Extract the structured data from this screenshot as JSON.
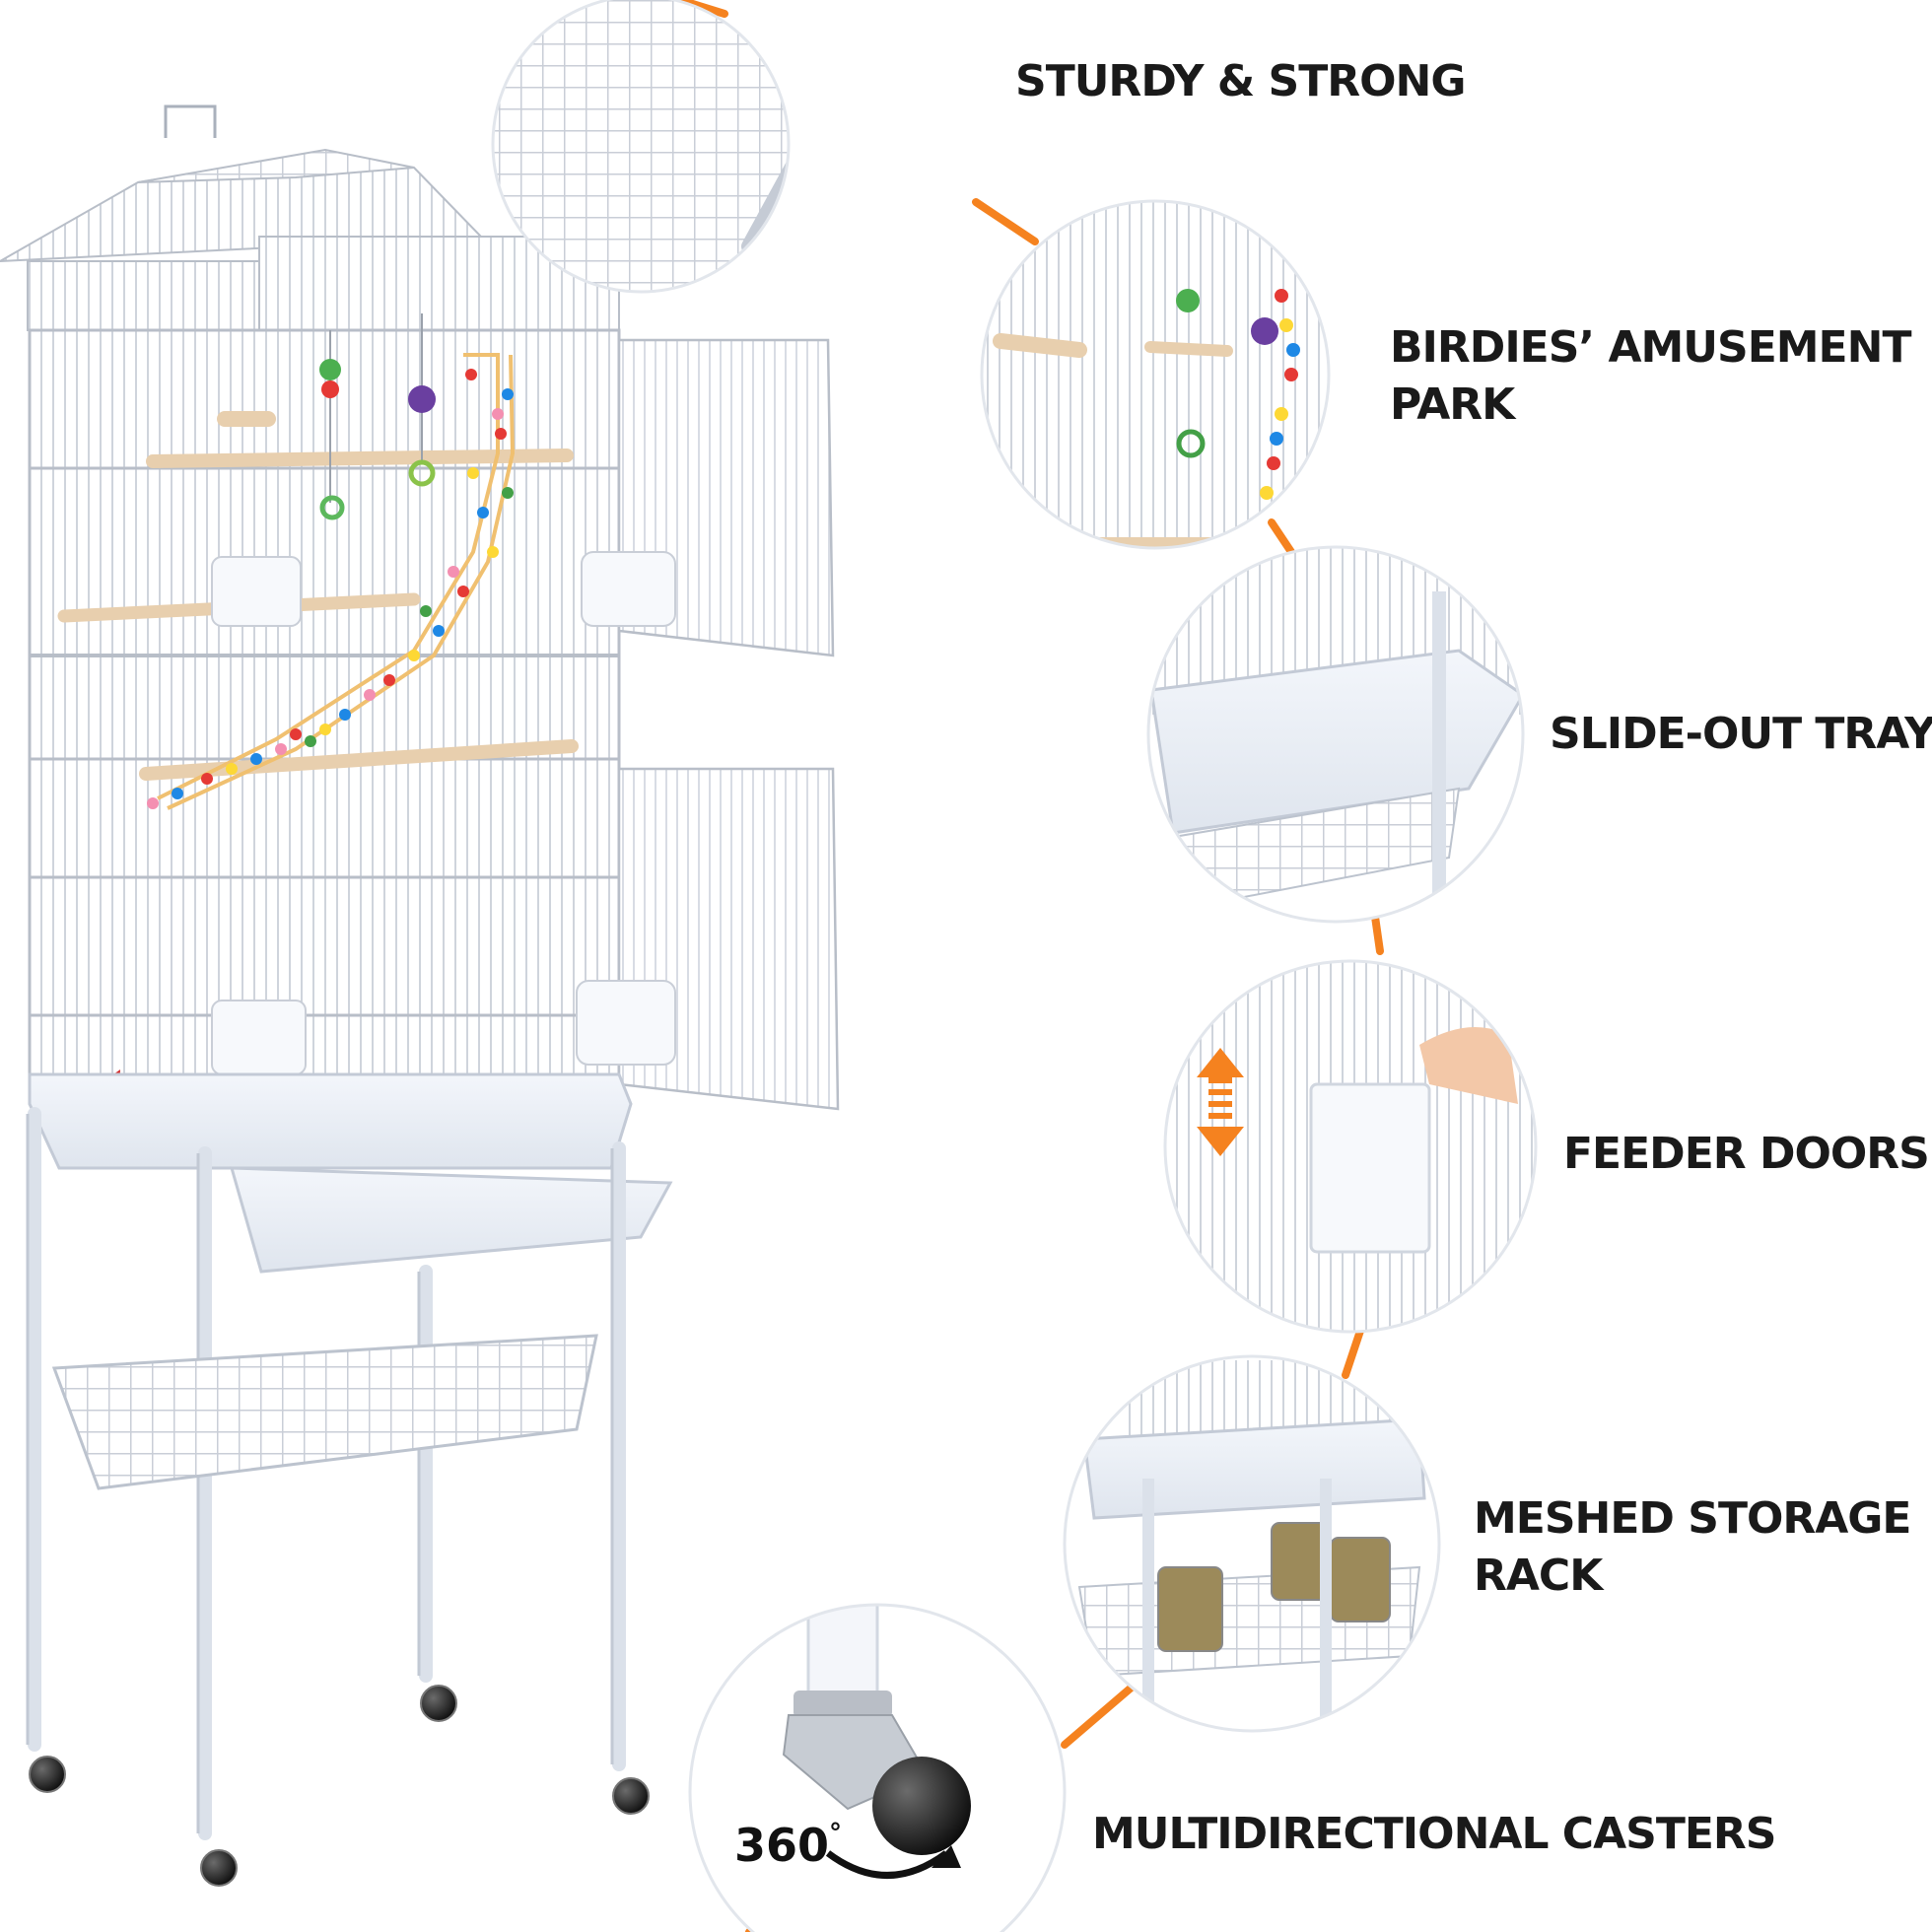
{
  "colors": {
    "accent": "#f5821f",
    "text": "#1a1a1a",
    "wire": "#b8bec8",
    "frame": "#e4e9f2"
  },
  "features": [
    {
      "id": "sturdy",
      "line1": "STURDY & STRONG",
      "line2": ""
    },
    {
      "id": "amusement",
      "line1": "BIRDIES’ AMUSEMENT",
      "line2": "PARK"
    },
    {
      "id": "tray",
      "line1": "SLIDE-OUT TRAY",
      "line2": ""
    },
    {
      "id": "feeder",
      "line1": "FEEDER DOORS",
      "line2": ""
    },
    {
      "id": "storage",
      "line1": "MESHED STORAGE",
      "line2": "RACK"
    },
    {
      "id": "casters",
      "line1": "MULTIDIRECTIONAL CASTERS",
      "line2": ""
    }
  ],
  "caster_badge": {
    "degree_text": "360",
    "degree_symbol": "°"
  }
}
